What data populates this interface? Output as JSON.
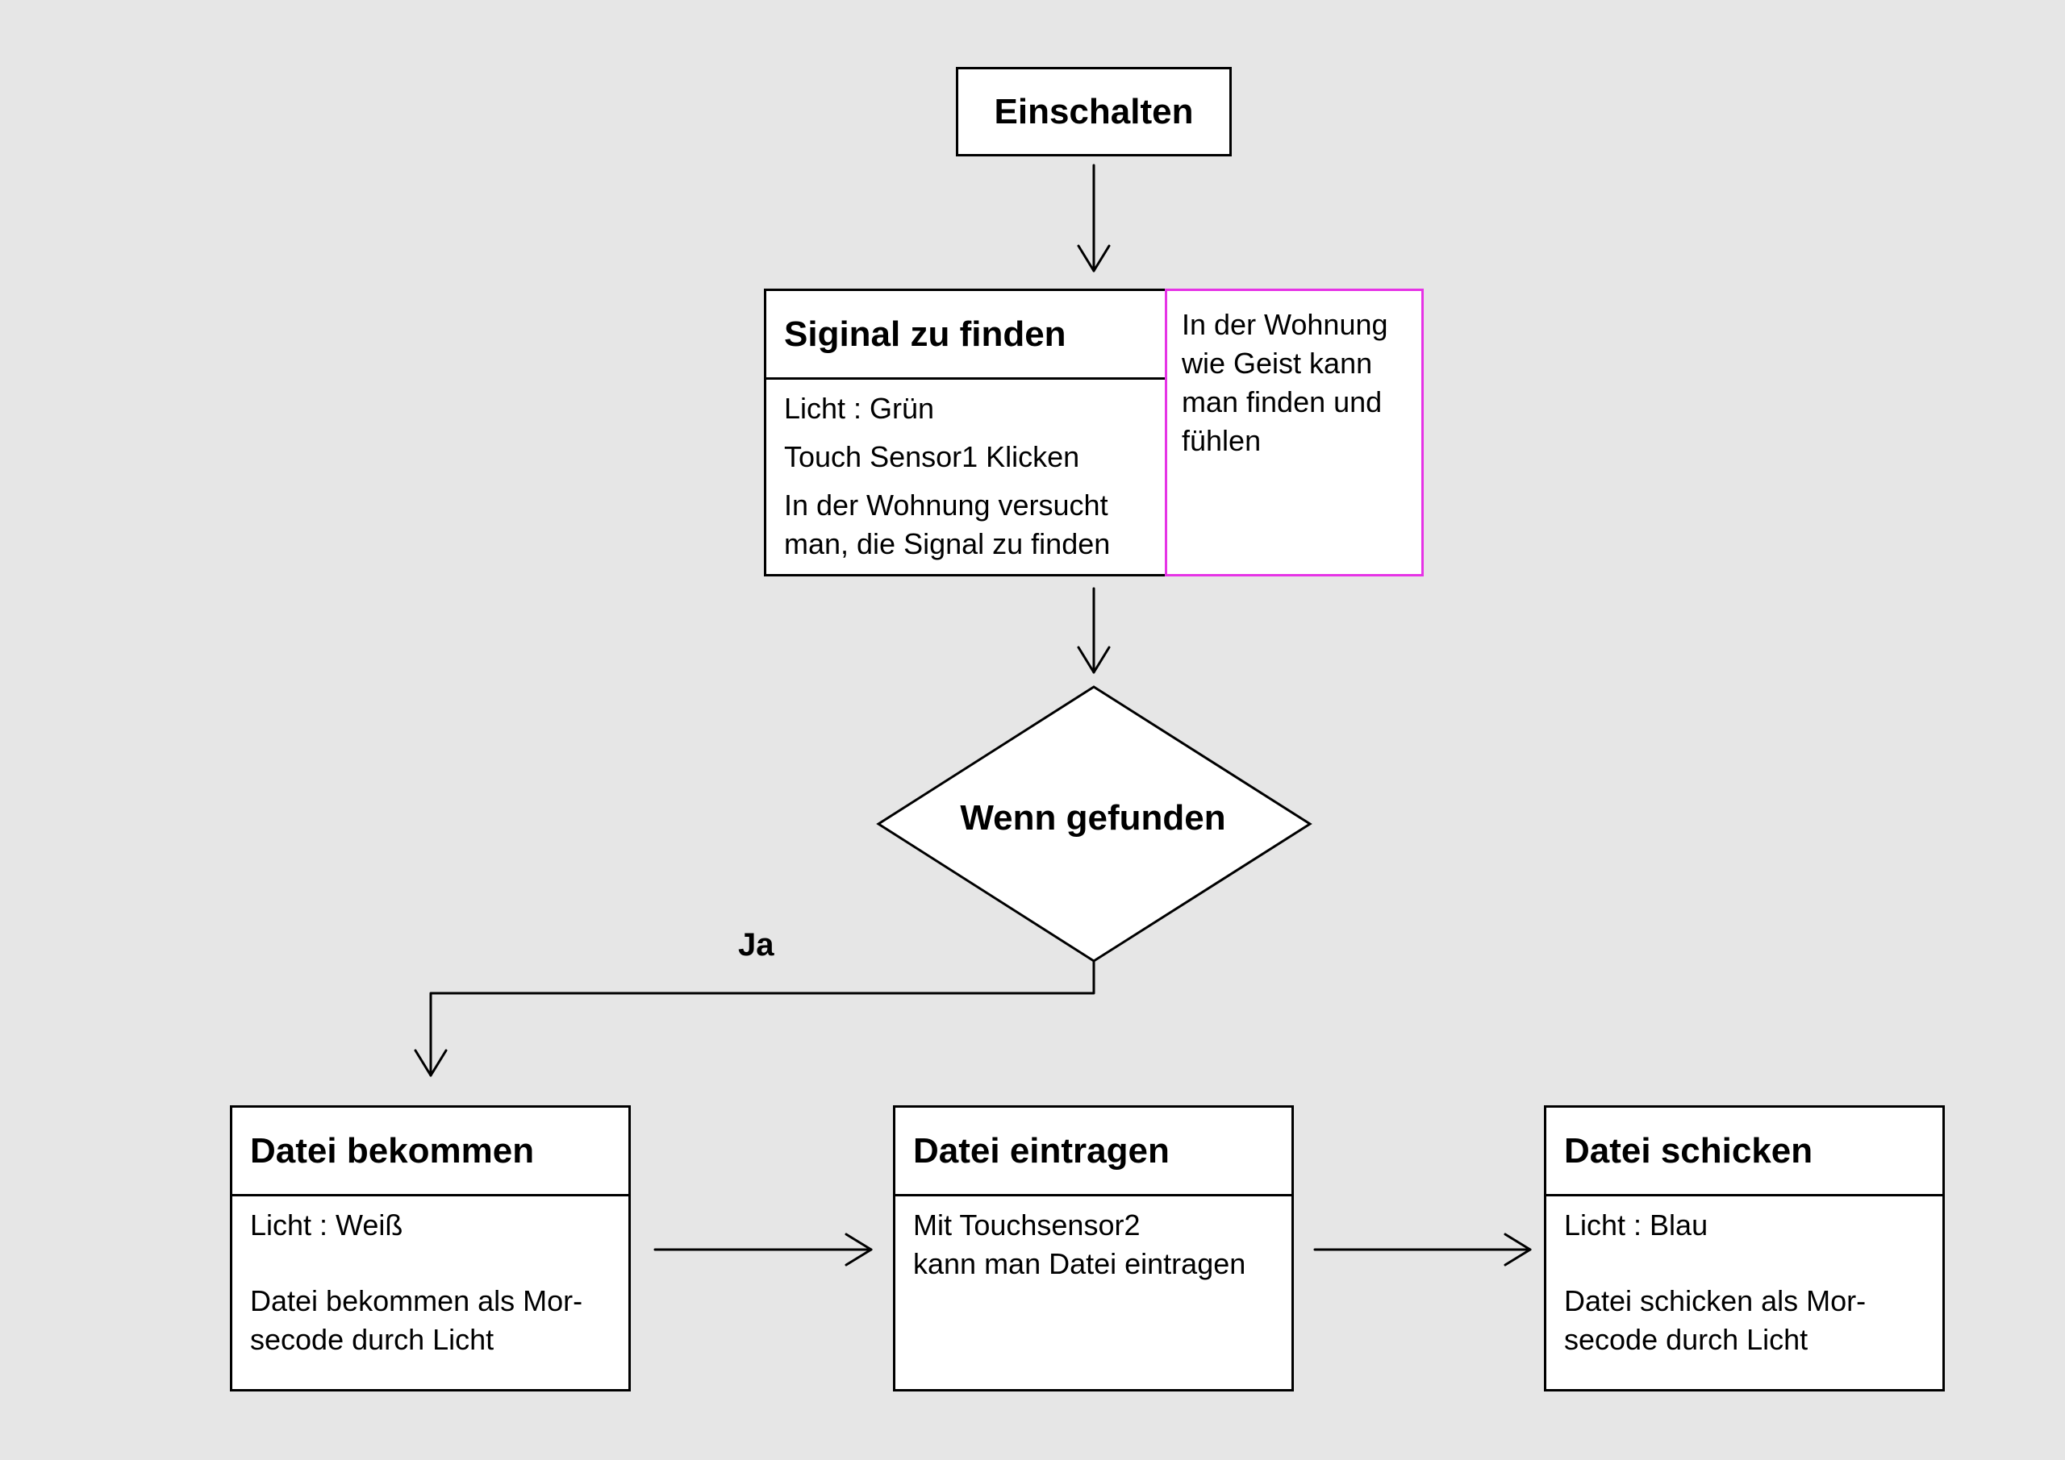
{
  "start": {
    "label": "Einschalten"
  },
  "signal": {
    "title": "Siginal zu finden",
    "lines": [
      "Licht : Grün",
      "Touch Sensor1 Klicken",
      "In der Wohnung versucht",
      "man, die Signal zu finden"
    ]
  },
  "note": {
    "lines": [
      "In der Wohnung",
      "wie Geist kann",
      "man finden und",
      "fühlen"
    ],
    "border_color": "#e633e6"
  },
  "decision": {
    "label": "Wenn gefunden"
  },
  "branch": {
    "yes_label": "Ja"
  },
  "steps": [
    {
      "title": "Datei bekommen",
      "lines": [
        "Licht : Weiß",
        "Datei bekommen als Mor-",
        "secode durch Licht"
      ]
    },
    {
      "title": "Datei eintragen",
      "lines": [
        "Mit Touchsensor2",
        "kann man Datei eintragen"
      ]
    },
    {
      "title": "Datei schicken",
      "lines": [
        "Licht : Blau",
        "Datei schicken als Mor-",
        "secode durch Licht"
      ]
    }
  ]
}
